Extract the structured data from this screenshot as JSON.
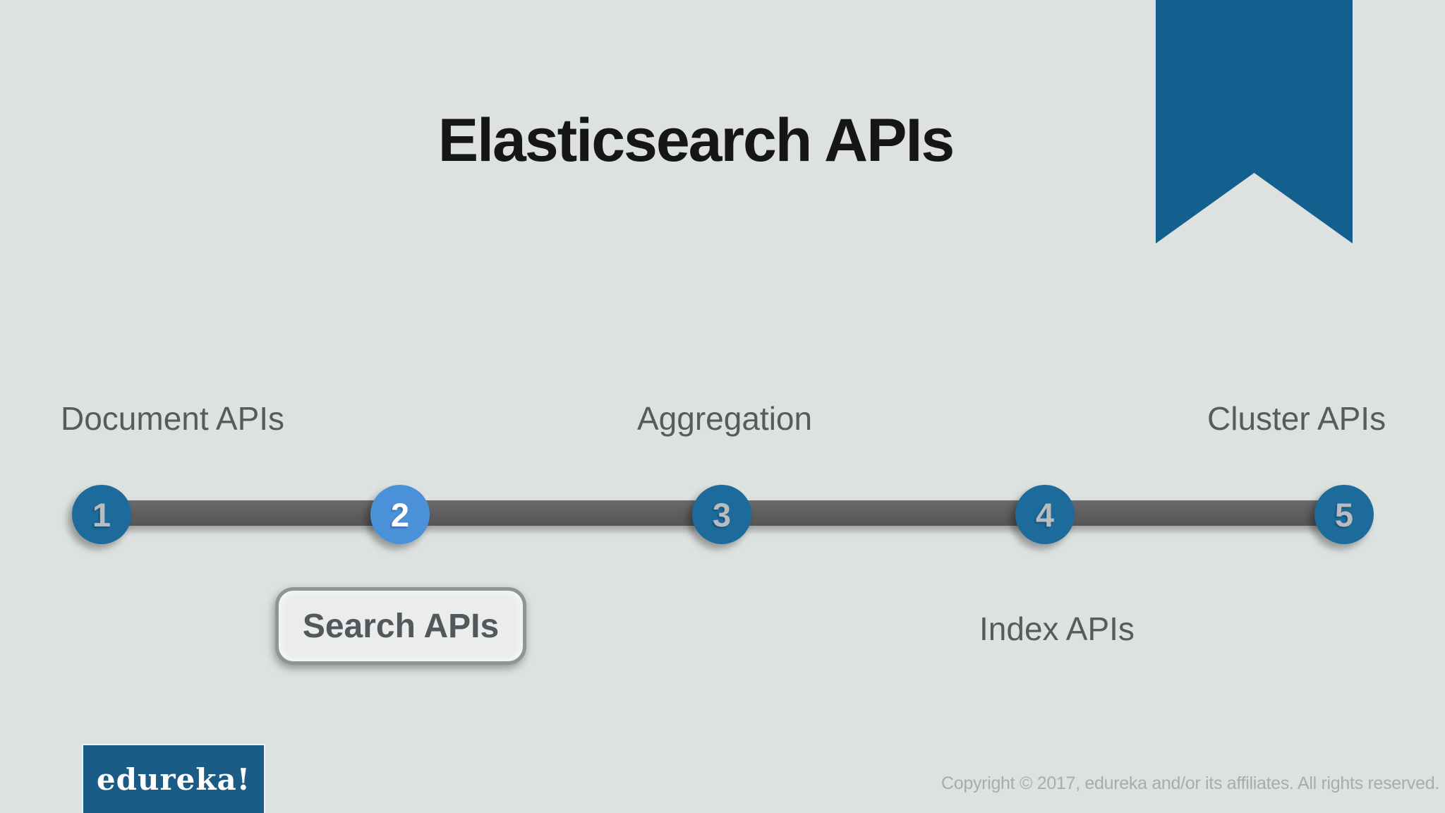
{
  "slide": {
    "title": "Elasticsearch APIs",
    "background_color": "#dde2e0",
    "ribbon_color": "#135f8e",
    "bar_color": "#5d5d5d",
    "step_color_inactive": "#1d6b9b",
    "step_color_active": "#4b91d9",
    "step_number_color_inactive": "#b9bcbe",
    "step_number_color_active": "#ffffff",
    "label_color": "#565b5e"
  },
  "timeline": {
    "steps": [
      {
        "number": "1",
        "label": "Document APIs",
        "label_position": "above",
        "active": false
      },
      {
        "number": "2",
        "label": "Search APIs",
        "label_position": "below-boxed",
        "active": true
      },
      {
        "number": "3",
        "label": "Aggregation",
        "label_position": "above",
        "active": false
      },
      {
        "number": "4",
        "label": "Index APIs",
        "label_position": "below",
        "active": false
      },
      {
        "number": "5",
        "label": "Cluster APIs",
        "label_position": "above",
        "active": false
      }
    ]
  },
  "footer": {
    "logo_text": "edureka!",
    "logo_color": "#1a5c85",
    "copyright": "Copyright © 2017, edureka and/or its affiliates. All rights reserved."
  }
}
